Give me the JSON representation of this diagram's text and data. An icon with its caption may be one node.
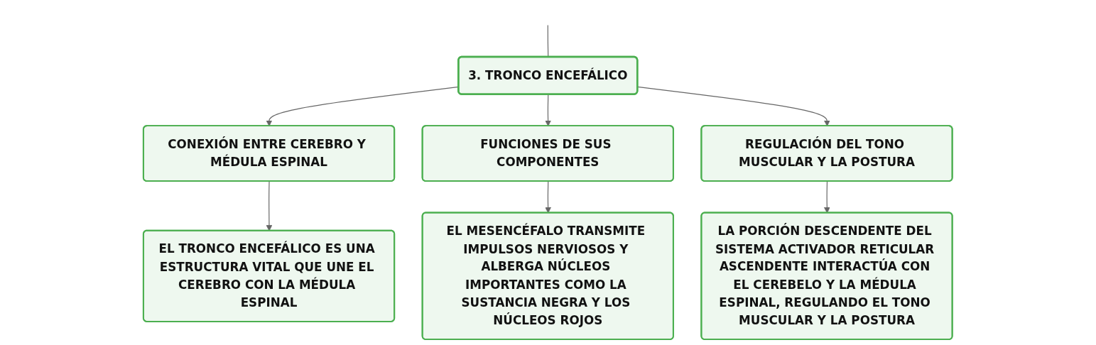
{
  "diagram": {
    "nodes": [
      {
        "text": [
          "3. TRONCO ENCEFÁLICO"
        ]
      },
      {
        "text": [
          "CONEXIÓN ENTRE CEREBRO Y MÉDULA ESPINAL"
        ]
      },
      {
        "text": [
          "FUNCIONES DE SUS COMPONENTES"
        ]
      },
      {
        "text": [
          "REGULACIÓN DEL TONO MUSCULAR Y LA POSTURA"
        ]
      },
      {
        "text": [
          "EL TRONCO ENCEFÁLICO ES UNA ESTRUCTURA VITAL QUE UNE EL CEREBRO CON LA MÉDULA ESPINAL"
        ]
      },
      {
        "text": [
          "EL MESENCÉFALO TRANSMITE IMPULSOS NERVIOSOS Y ALBERGA NÚCLEOS IMPORTANTES COMO LA SUSTANCIA NEGRA Y LOS NÚCLEOS ROJOS"
        ]
      },
      {
        "text": [
          "LA PORCIÓN DESCENDENTE DEL SISTEMA ACTIVADOR RETICULAR ASCENDENTE INTERACTÚA CON EL CEREBELO Y LA MÉDULA ESPINAL, REGULANDO EL TONO MUSCULAR Y LA POSTURA"
        ]
      }
    ],
    "edges": [
      {
        "from": null,
        "to": 0,
        "arrow": "none"
      },
      {
        "from": 0,
        "to": 1,
        "arrow": "to"
      },
      {
        "from": 0,
        "to": 2,
        "arrow": "to"
      },
      {
        "from": 0,
        "to": 3,
        "arrow": "to"
      },
      {
        "from": 1,
        "to": 4,
        "arrow": "to"
      },
      {
        "from": 2,
        "to": 5,
        "arrow": "to"
      },
      {
        "from": 3,
        "to": 6,
        "arrow": "to"
      }
    ]
  }
}
